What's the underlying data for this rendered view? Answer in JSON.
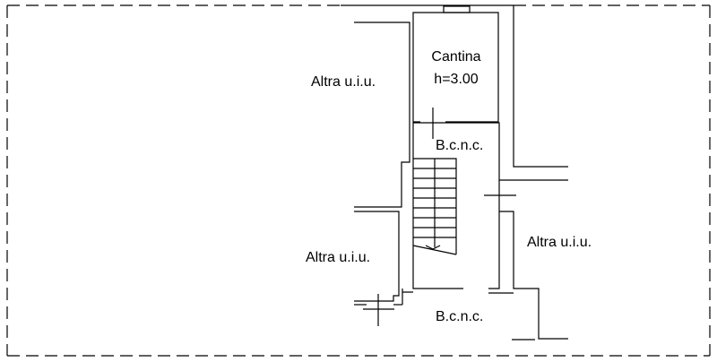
{
  "labels": {
    "cantina": "Cantina",
    "cantina_height": "h=3.00",
    "bcnc_upper": "B.c.n.c.",
    "bcnc_lower": "B.c.n.c.",
    "altra_top_left": "Altra u.i.u.",
    "altra_bottom_left": "Altra u.i.u.",
    "altra_right": "Altra u.i.u."
  }
}
